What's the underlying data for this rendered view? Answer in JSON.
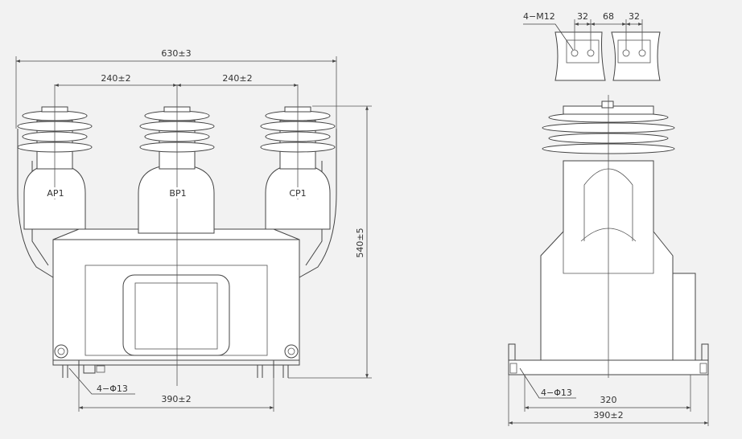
{
  "front_view": {
    "overall_width": "630±3",
    "pitch_left": "240±2",
    "pitch_right": "240±2",
    "height": "540±5",
    "mount_spacing": "390±2",
    "mount_holes": "4−Φ13",
    "terminals": [
      "AP1",
      "BP1",
      "CP1"
    ]
  },
  "side_view": {
    "top_bolts": "4−M12",
    "bolt_spacing_a": "32",
    "bolt_spacing_mid": "68",
    "bolt_spacing_b": "32",
    "mount_holes": "4−Φ13",
    "inner_width": "320",
    "outer_width": "390±2"
  }
}
